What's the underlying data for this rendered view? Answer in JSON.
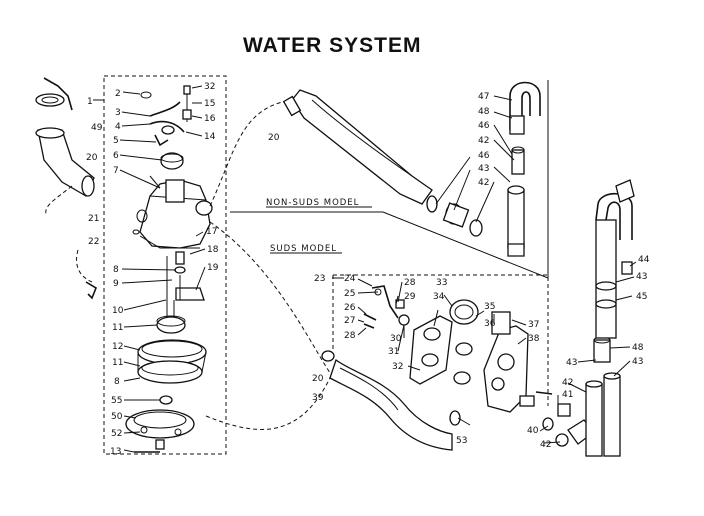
{
  "title": "WATER SYSTEM",
  "models": {
    "non_suds": "NON-SUDS MODEL",
    "suds": "SUDS MODEL"
  },
  "callouts": {
    "c1": "1",
    "c2": "2",
    "c3": "3",
    "c4": "4",
    "c5": "5",
    "c6": "6",
    "c7": "7",
    "c7b": "17",
    "c8": "8",
    "c8b": "8",
    "c9": "9",
    "c10": "10",
    "c11": "11",
    "c11b": "11",
    "c12": "12",
    "c13": "13",
    "c14": "14",
    "c15": "15",
    "c16": "16",
    "c18": "18",
    "c19": "19",
    "c20a": "20",
    "c20b": "20",
    "c20c": "20",
    "c21": "21",
    "c22": "22",
    "c23": "23",
    "c24": "24",
    "c25": "25",
    "c26": "26",
    "c27": "27",
    "c28": "28",
    "c28b": "28",
    "c29": "29",
    "c30": "30",
    "c31": "31",
    "c32": "32",
    "c32b": "32",
    "c33": "33",
    "c34": "34",
    "c35": "35",
    "c36": "36",
    "c37": "37",
    "c38": "38",
    "c39": "39",
    "c40": "40",
    "c41": "41",
    "c42a": "42",
    "c42b": "42",
    "c42c": "42",
    "c42d": "42",
    "c43a": "43",
    "c43b": "43",
    "c43c": "43",
    "c43d": "43",
    "c44": "44",
    "c45": "45",
    "c46a": "46",
    "c46b": "46",
    "c47": "47",
    "c48a": "48",
    "c48b": "48",
    "c49": "49",
    "c50": "50",
    "c52": "52",
    "c53": "53",
    "c55": "55"
  }
}
